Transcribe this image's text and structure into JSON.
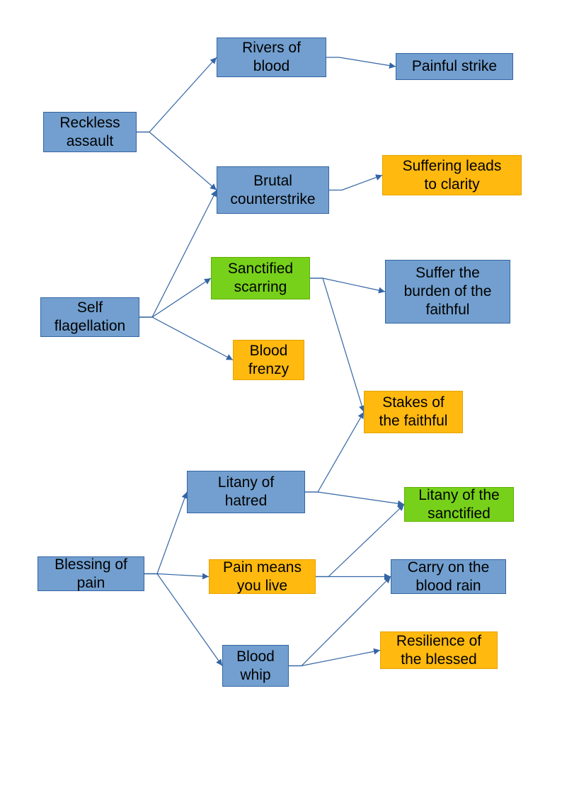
{
  "colors": {
    "blue": "#729fcf",
    "orange": "#ffb90f",
    "green": "#77d11a",
    "edge": "#3465a4"
  },
  "nodes": {
    "reckless_assault": {
      "label": "Reckless\nassault",
      "color": "blue"
    },
    "self_flagellation": {
      "label": "Self\nflagellation",
      "color": "blue"
    },
    "blessing_of_pain": {
      "label": "Blessing of\npain",
      "color": "blue"
    },
    "rivers_of_blood": {
      "label": "Rivers of\nblood",
      "color": "blue"
    },
    "brutal_counterstrike": {
      "label": "Brutal\ncounterstrike",
      "color": "blue"
    },
    "sanctified_scarring": {
      "label": "Sanctified\nscarring",
      "color": "green"
    },
    "blood_frenzy": {
      "label": "Blood\nfrenzy",
      "color": "orange"
    },
    "litany_of_hatred": {
      "label": "Litany of\nhatred",
      "color": "blue"
    },
    "pain_means_you_live": {
      "label": "Pain means\nyou live",
      "color": "orange"
    },
    "blood_whip": {
      "label": "Blood\nwhip",
      "color": "blue"
    },
    "painful_strike": {
      "label": "Painful strike",
      "color": "blue"
    },
    "suffering_leads_to_clarity": {
      "label": "Suffering leads\nto clarity",
      "color": "orange"
    },
    "suffer_the_burden": {
      "label": "Suffer the\nburden of the\nfaithful",
      "color": "blue"
    },
    "stakes_of_the_faithful": {
      "label": "Stakes of\nthe faithful",
      "color": "orange"
    },
    "litany_of_the_sanctified": {
      "label": "Litany of the\nsanctified",
      "color": "green"
    },
    "carry_on_the_blood_rain": {
      "label": "Carry on the\nblood rain",
      "color": "blue"
    },
    "resilience_of_the_blessed": {
      "label": "Resilience of\nthe blessed",
      "color": "orange"
    }
  },
  "edges": [
    [
      "reckless_assault",
      "rivers_of_blood"
    ],
    [
      "reckless_assault",
      "brutal_counterstrike"
    ],
    [
      "rivers_of_blood",
      "painful_strike"
    ],
    [
      "brutal_counterstrike",
      "suffering_leads_to_clarity"
    ],
    [
      "self_flagellation",
      "brutal_counterstrike"
    ],
    [
      "self_flagellation",
      "sanctified_scarring"
    ],
    [
      "self_flagellation",
      "blood_frenzy"
    ],
    [
      "sanctified_scarring",
      "suffer_the_burden"
    ],
    [
      "sanctified_scarring",
      "stakes_of_the_faithful"
    ],
    [
      "litany_of_hatred",
      "stakes_of_the_faithful"
    ],
    [
      "litany_of_hatred",
      "litany_of_the_sanctified"
    ],
    [
      "blessing_of_pain",
      "litany_of_hatred"
    ],
    [
      "blessing_of_pain",
      "pain_means_you_live"
    ],
    [
      "blessing_of_pain",
      "blood_whip"
    ],
    [
      "pain_means_you_live",
      "litany_of_the_sanctified"
    ],
    [
      "pain_means_you_live",
      "carry_on_the_blood_rain"
    ],
    [
      "blood_whip",
      "carry_on_the_blood_rain"
    ],
    [
      "blood_whip",
      "resilience_of_the_blessed"
    ]
  ]
}
